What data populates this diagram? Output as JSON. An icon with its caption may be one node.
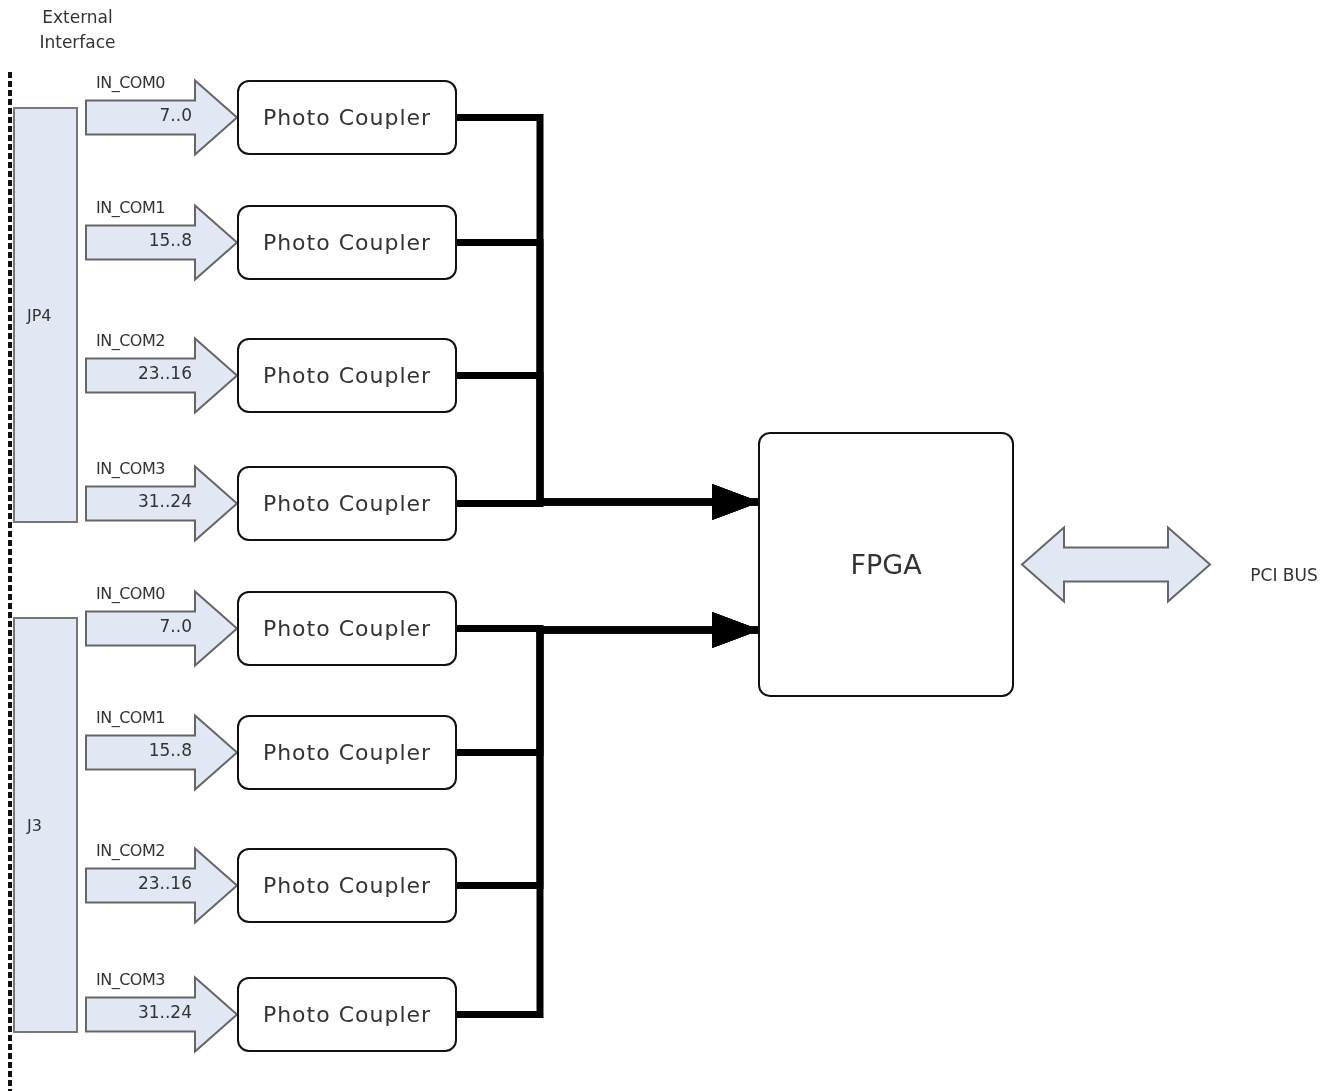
{
  "diagram": {
    "nodes": [
      {
        "text": [
          "JP4"
        ]
      },
      {
        "text": [
          "J3"
        ]
      },
      {
        "text": [
          "Photo Coupler"
        ]
      },
      {
        "text": [
          "Photo Coupler"
        ]
      },
      {
        "text": [
          "Photo Coupler"
        ]
      },
      {
        "text": [
          "Photo Coupler"
        ]
      },
      {
        "text": [
          "Photo Coupler"
        ]
      },
      {
        "text": [
          "Photo Coupler"
        ]
      },
      {
        "text": [
          "Photo Coupler"
        ]
      },
      {
        "text": [
          "Photo Coupler"
        ]
      },
      {
        "text": [
          "FPGA"
        ]
      },
      {
        "text": [
          "PCI BUS"
        ]
      }
    ],
    "edges": [
      {
        "from": 0,
        "to": 2,
        "arrow": "to",
        "label": "IN_COM0",
        "style": "thick",
        "color": "#e1e8f3"
      },
      {
        "from": 0,
        "to": 3,
        "arrow": "to",
        "label": "IN_COM1",
        "style": "thick",
        "color": "#e1e8f3"
      },
      {
        "from": 0,
        "to": 4,
        "arrow": "to",
        "label": "IN_COM2",
        "style": "thick",
        "color": "#e1e8f3"
      },
      {
        "from": 0,
        "to": 5,
        "arrow": "to",
        "label": "IN_COM3",
        "style": "thick",
        "color": "#e1e8f3"
      },
      {
        "from": 1,
        "to": 6,
        "arrow": "to",
        "label": "IN_COM0",
        "style": "thick",
        "color": "#e1e8f3"
      },
      {
        "from": 1,
        "to": 7,
        "arrow": "to",
        "label": "IN_COM1",
        "style": "thick",
        "color": "#e1e8f3"
      },
      {
        "from": 1,
        "to": 8,
        "arrow": "to",
        "label": "IN_COM2",
        "style": "thick",
        "color": "#e1e8f3"
      },
      {
        "from": 1,
        "to": 9,
        "arrow": "to",
        "label": "IN_COM3",
        "style": "thick",
        "color": "#e1e8f3"
      },
      {
        "from": 2,
        "to": 10,
        "arrow": "to"
      },
      {
        "from": 3,
        "to": 10,
        "arrow": "to"
      },
      {
        "from": 4,
        "to": 10,
        "arrow": "to"
      },
      {
        "from": 5,
        "to": 10,
        "arrow": "to"
      },
      {
        "from": 6,
        "to": 10,
        "arrow": "to"
      },
      {
        "from": 7,
        "to": 10,
        "arrow": "to"
      },
      {
        "from": 8,
        "to": 10,
        "arrow": "to"
      },
      {
        "from": 9,
        "to": 10,
        "arrow": "to"
      },
      {
        "from": 10,
        "to": 11,
        "arrow": "both",
        "style": "thick",
        "color": "#e1e8f3"
      }
    ],
    "labels": [
      "External Interface",
      "7..0",
      "15..8",
      "23..16",
      "31..24",
      "7..0",
      "15..8",
      "23..16",
      "31..24"
    ]
  }
}
